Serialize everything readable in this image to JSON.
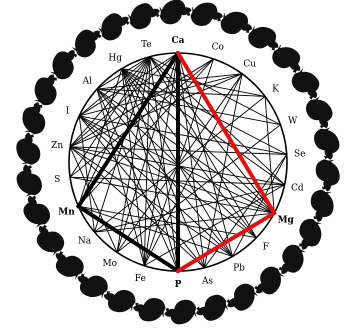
{
  "diagram": {
    "elements": [
      {
        "id": "Ca",
        "label": "Ca",
        "bold": true
      },
      {
        "id": "Co",
        "label": "Co"
      },
      {
        "id": "Cu",
        "label": "Cu"
      },
      {
        "id": "K",
        "label": "K"
      },
      {
        "id": "W",
        "label": "W"
      },
      {
        "id": "Se",
        "label": "Se"
      },
      {
        "id": "Cd",
        "label": "Cd"
      },
      {
        "id": "Mg",
        "label": "Mg",
        "bold": true
      },
      {
        "id": "F",
        "label": "F"
      },
      {
        "id": "Pb",
        "label": "Pb"
      },
      {
        "id": "As",
        "label": "As"
      },
      {
        "id": "P",
        "label": "P",
        "bold": true
      },
      {
        "id": "Fe",
        "label": "Fe"
      },
      {
        "id": "Mo",
        "label": "Mo"
      },
      {
        "id": "Na",
        "label": "Na"
      },
      {
        "id": "Mn",
        "label": "Mn",
        "bold": true
      },
      {
        "id": "S",
        "label": "S"
      },
      {
        "id": "Zn",
        "label": "Zn"
      },
      {
        "id": "I",
        "label": "I"
      },
      {
        "id": "Al",
        "label": "Al"
      },
      {
        "id": "Hg",
        "label": "Hg"
      },
      {
        "id": "Te",
        "label": "Te"
      }
    ],
    "highlight_black": [
      [
        "Ca",
        "P"
      ],
      [
        "P",
        "Mn"
      ],
      [
        "Mn",
        "Ca"
      ]
    ],
    "highlight_red": [
      [
        "Ca",
        "Mg"
      ],
      [
        "Mg",
        "P"
      ]
    ],
    "thin_connections": [
      [
        "Ca",
        "Fe"
      ],
      [
        "Ca",
        "Mo"
      ],
      [
        "Ca",
        "As"
      ],
      [
        "Ca",
        "Pb"
      ],
      [
        "Ca",
        "I"
      ],
      [
        "Ca",
        "Zn"
      ],
      [
        "Co",
        "Fe"
      ],
      [
        "Co",
        "Zn"
      ],
      [
        "Co",
        "Mn"
      ],
      [
        "Co",
        "S"
      ],
      [
        "Cu",
        "Mo"
      ],
      [
        "Cu",
        "Fe"
      ],
      [
        "Cu",
        "Zn"
      ],
      [
        "Cu",
        "I"
      ],
      [
        "Cu",
        "Al"
      ],
      [
        "Cu",
        "As"
      ],
      [
        "K",
        "Na"
      ],
      [
        "K",
        "Mg"
      ],
      [
        "K",
        "Hg"
      ],
      [
        "K",
        "Al"
      ],
      [
        "W",
        "Mo"
      ],
      [
        "W",
        "Al"
      ],
      [
        "W",
        "Te"
      ],
      [
        "Se",
        "Hg"
      ],
      [
        "Se",
        "I"
      ],
      [
        "Se",
        "As"
      ],
      [
        "Se",
        "Pb"
      ],
      [
        "Se",
        "Zn"
      ],
      [
        "Cd",
        "Zn"
      ],
      [
        "Cd",
        "Te"
      ],
      [
        "Cd",
        "Hg"
      ],
      [
        "Cd",
        "Fe"
      ],
      [
        "Cd",
        "Na"
      ],
      [
        "Cd",
        "S"
      ],
      [
        "Mg",
        "Te"
      ],
      [
        "Mg",
        "I"
      ],
      [
        "Mg",
        "Al"
      ],
      [
        "Mg",
        "Zn"
      ],
      [
        "Mg",
        "S"
      ],
      [
        "Mg",
        "Na"
      ],
      [
        "Mg",
        "Hg"
      ],
      [
        "F",
        "Al"
      ],
      [
        "F",
        "Mn"
      ],
      [
        "F",
        "Hg"
      ],
      [
        "F",
        "I"
      ],
      [
        "F",
        "Te"
      ],
      [
        "Pb",
        "Zn"
      ],
      [
        "Pb",
        "Al"
      ],
      [
        "Pb",
        "Mn"
      ],
      [
        "Pb",
        "Hg"
      ],
      [
        "Pb",
        "I"
      ],
      [
        "As",
        "Hg"
      ],
      [
        "As",
        "Zn"
      ],
      [
        "As",
        "I"
      ],
      [
        "P",
        "Te"
      ],
      [
        "P",
        "Hg"
      ],
      [
        "P",
        "Al"
      ],
      [
        "Fe",
        "Te"
      ],
      [
        "Fe",
        "Hg"
      ],
      [
        "Fe",
        "Al"
      ],
      [
        "Mo",
        "Te"
      ],
      [
        "Mo",
        "Zn"
      ],
      [
        "Na",
        "Te"
      ],
      [
        "Na",
        "I"
      ],
      [
        "Mn",
        "Te"
      ],
      [
        "Mn",
        "Hg"
      ],
      [
        "S",
        "Te"
      ],
      [
        "Zn",
        "Te"
      ],
      [
        "I",
        "Te"
      ],
      [
        "Al",
        "Te"
      ]
    ],
    "colors": {
      "thin": "#000000",
      "black_path": "#000000",
      "red_path": "#e01010",
      "border_silhouettes": "#111111"
    }
  }
}
